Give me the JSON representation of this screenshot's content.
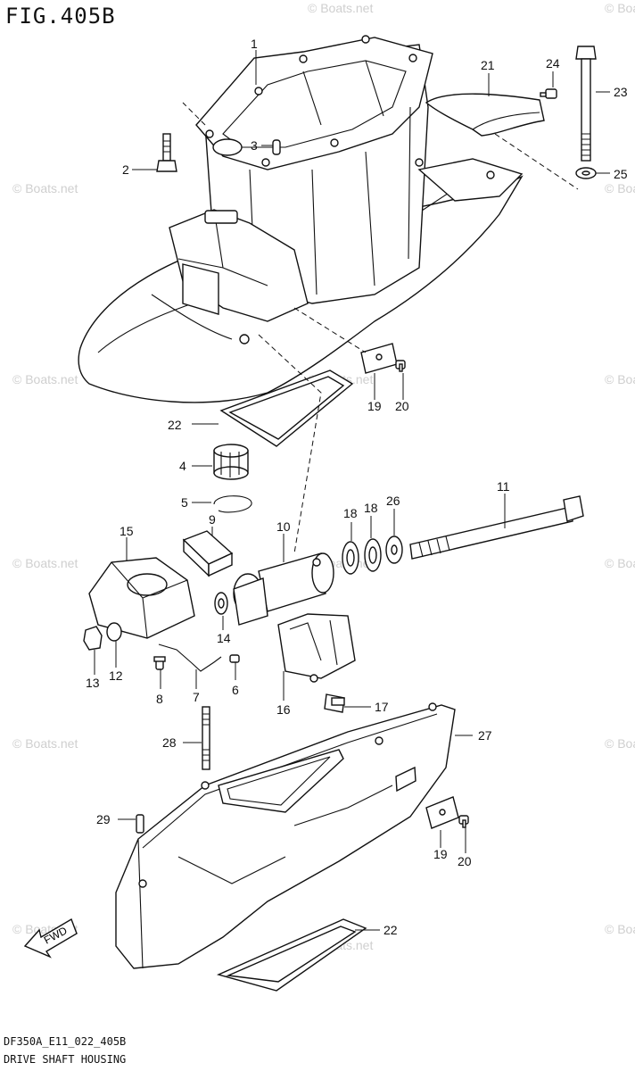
{
  "figure": {
    "title": "FIG.405B",
    "code": "DF350A_E11_022_405B",
    "name": "DRIVE SHAFT HOUSING"
  },
  "watermark": "© Boats.net",
  "fwd_label": "FWD",
  "callouts": {
    "c1": "1",
    "c2": "2",
    "c3": "3",
    "c4": "4",
    "c5": "5",
    "c6": "6",
    "c7": "7",
    "c8": "8",
    "c9": "9",
    "c10": "10",
    "c11": "11",
    "c12": "12",
    "c13": "13",
    "c14": "14",
    "c15": "15",
    "c16": "16",
    "c17": "17",
    "c18a": "18",
    "c18b": "18",
    "c19a": "19",
    "c19b": "19",
    "c20a": "20",
    "c20b": "20",
    "c21": "21",
    "c22a": "22",
    "c22b": "22",
    "c23": "23",
    "c24": "24",
    "c25": "25",
    "c26": "26",
    "c27": "27",
    "c28": "28",
    "c29": "29"
  }
}
